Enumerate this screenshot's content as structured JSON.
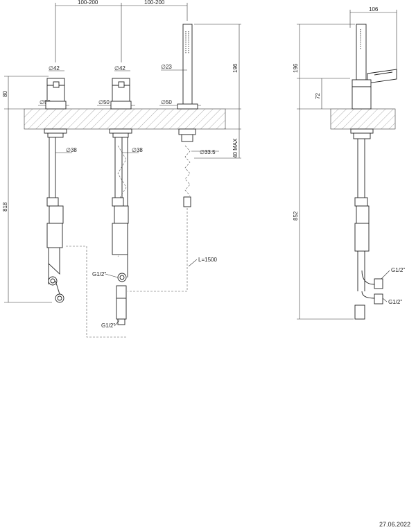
{
  "front_view": {
    "dims_top": [
      "100-200",
      "100-200"
    ],
    "dia_handle_1": "42",
    "dia_handle_2": "42",
    "dia_shower": "23",
    "dia_base_1": "50",
    "dia_base_2": "50",
    "dia_base_3": "50",
    "dia_under_1": "38",
    "dia_under_2": "38",
    "dia_under_3": "33.5",
    "height_80": "80",
    "height_196": "196",
    "height_40": "40 MAX",
    "height_818": "818",
    "hose_length": "L=1500",
    "thread_1": "G1/2\"",
    "thread_2": "G1/2\""
  },
  "side_view": {
    "width_106": "106",
    "height_196": "196",
    "height_72": "72",
    "height_852": "852",
    "thread_1": "G1/2\"",
    "thread_2": "G1/2\""
  },
  "dia_symbol": "∅",
  "date": "27.06.2022"
}
